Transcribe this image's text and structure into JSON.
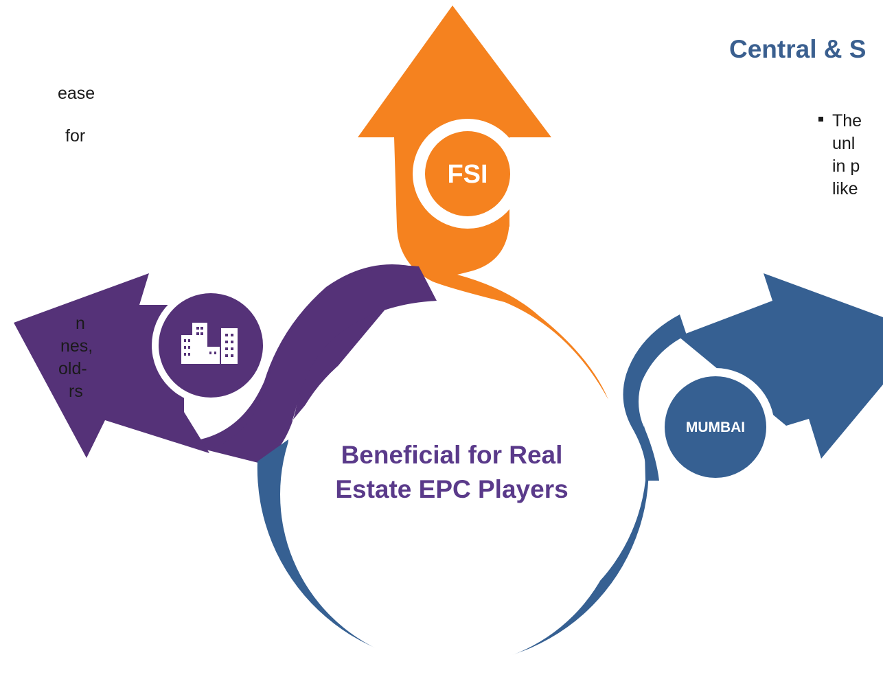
{
  "center": {
    "title_line1": "Beneficial for Real",
    "title_line2": "Estate EPC Players"
  },
  "nodes": {
    "top": {
      "label": "FSI",
      "color": "#f5821f"
    },
    "right": {
      "label": "MUMBAI",
      "color": "#366092"
    },
    "left": {
      "icon": "buildings-icon",
      "color": "#553278"
    }
  },
  "right_panel": {
    "heading": "Central & S",
    "lines": [
      "The",
      "unl",
      "in p",
      "like"
    ]
  },
  "left_panel": {
    "lines": [
      "ease",
      "for",
      "",
      "",
      "n",
      "nes,",
      "old-",
      "rs"
    ]
  },
  "colors": {
    "purple": "#553278",
    "orange": "#f5821f",
    "blue": "#366092",
    "heading_blue": "#3a5f8f",
    "title_purple": "#5a3a8a"
  }
}
